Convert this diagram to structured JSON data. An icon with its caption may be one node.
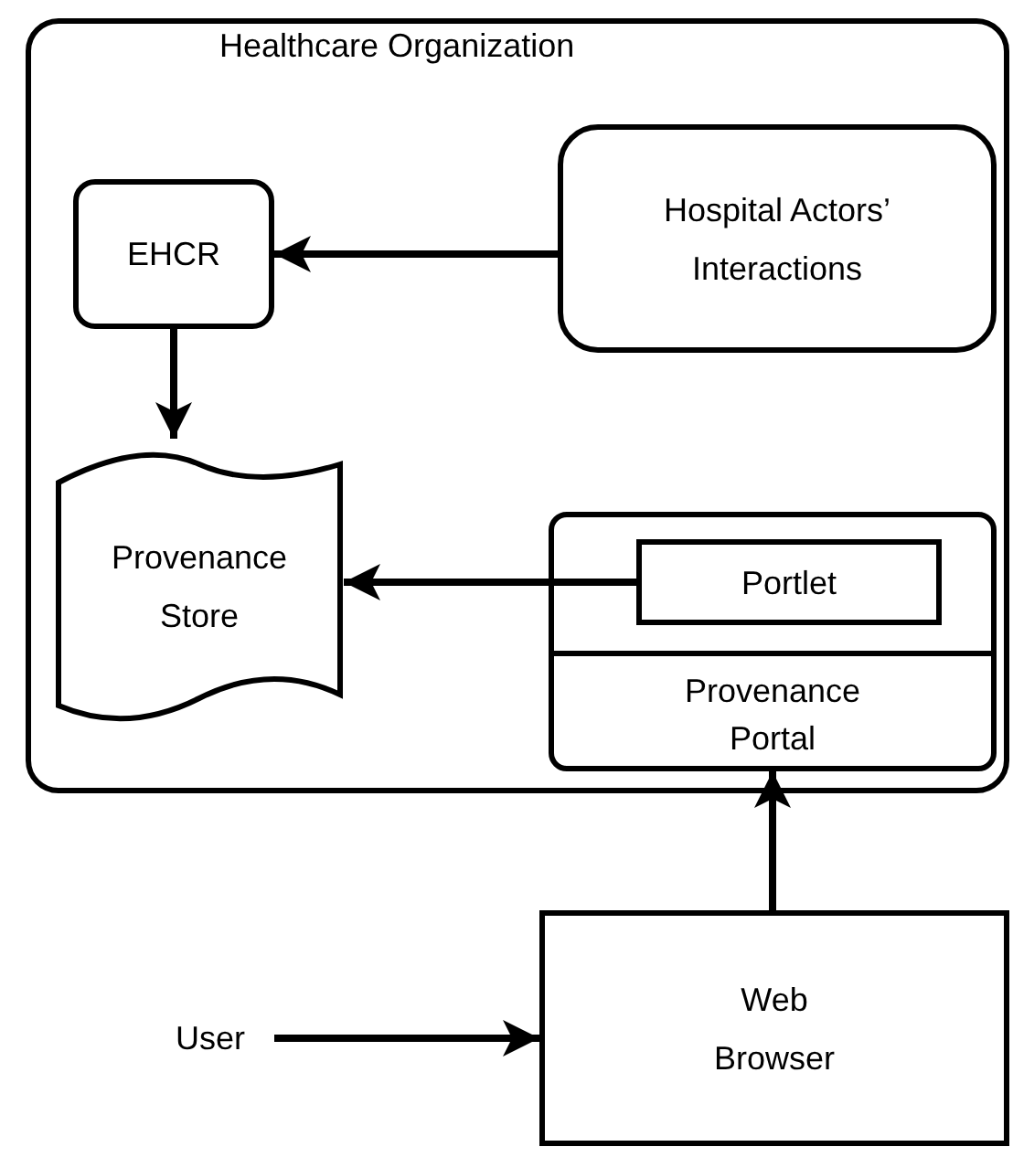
{
  "diagram": {
    "nodes": [
      {
        "text": [
          "Healthcare Organization"
        ]
      },
      {
        "text": [
          "EHCR"
        ],
        "in": 0
      },
      {
        "text": [
          "Hospital Actors’ Interactions"
        ],
        "in": 0
      },
      {
        "text": [
          "Provenance Store"
        ],
        "in": 0
      },
      {
        "text": [
          "Provenance Portal"
        ],
        "in": 0
      },
      {
        "text": [
          "Portlet"
        ],
        "in": 4
      },
      {
        "text": [
          "Web Browser"
        ]
      },
      {
        "text": [
          "User"
        ]
      }
    ],
    "edges": [
      {
        "from": 2,
        "to": 1,
        "arrow": "to"
      },
      {
        "from": 1,
        "to": 3,
        "arrow": "to"
      },
      {
        "from": 5,
        "to": 3,
        "arrow": "to"
      },
      {
        "from": 6,
        "to": 4,
        "arrow": "to"
      },
      {
        "from": 7,
        "to": 6,
        "arrow": "to"
      }
    ]
  }
}
